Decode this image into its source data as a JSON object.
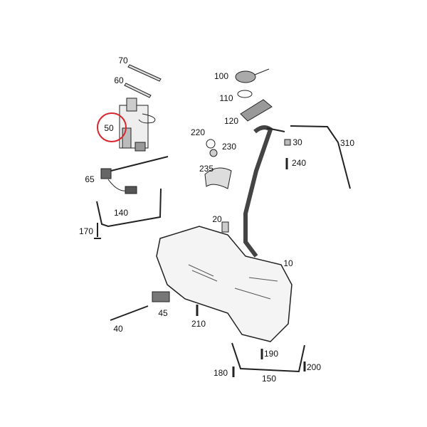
{
  "diagram": {
    "type": "exploded parts diagram (fuel tank assembly)",
    "highlight_color": "#d9262c",
    "highlighted_part": "50",
    "labels": [
      "70",
      "60",
      "50",
      "65",
      "140",
      "170",
      "100",
      "110",
      "120",
      "220",
      "230",
      "235",
      "30",
      "240",
      "310",
      "20",
      "10",
      "45",
      "40",
      "210",
      "190",
      "200",
      "180",
      "150"
    ]
  }
}
